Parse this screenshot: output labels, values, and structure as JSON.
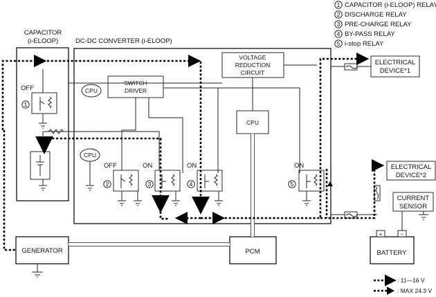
{
  "legend_relays": [
    {
      "num": "1",
      "label": "CAPACITOR (i-ELOOP) RELAY"
    },
    {
      "num": "2",
      "label": "DISCHARGE RELAY"
    },
    {
      "num": "3",
      "label": "PRE-CHARGE RELAY"
    },
    {
      "num": "4",
      "label": "BY-PASS RELAY"
    },
    {
      "num": "5",
      "label": "i-stop RELAY"
    }
  ],
  "legend_flow": [
    {
      "label": ": 11—16 V"
    },
    {
      "label": ": MAX 24.3 V"
    }
  ],
  "blocks": {
    "capacitor_line1": "CAPACITOR",
    "capacitor_line2": "(i-ELOOP)",
    "converter": "DC-DC CONVERTER (i-ELOOP)",
    "vrc_line1": "VOLTAGE",
    "vrc_line2": "REDUCTION",
    "vrc_line3": "CIRCUIT",
    "switch_driver_line1": "SWITCH",
    "switch_driver_line2": "DRIVER",
    "cpu": "CPU",
    "electrical_device_1": "ELECTRICAL",
    "electrical_device_1b": "DEVICE*1",
    "electrical_device_2": "ELECTRICAL",
    "electrical_device_2b": "DEVICE*2",
    "current_sensor_1": "CURRENT",
    "current_sensor_2": "SENSOR",
    "battery": "BATTERY",
    "generator": "GENERATOR",
    "pcm": "PCM",
    "plus": "+",
    "minus": "−"
  },
  "relay_states": {
    "r1": "OFF",
    "r2": "OFF",
    "r3": "ON",
    "r4": "ON",
    "r5": "ON"
  }
}
